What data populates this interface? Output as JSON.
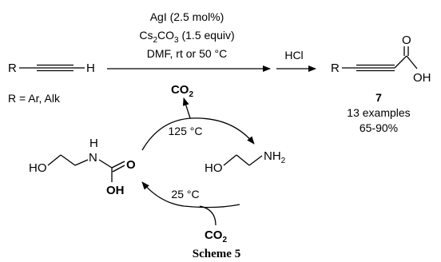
{
  "reagents": {
    "catalyst": "AgI (2.5 mol%)",
    "base_a": "Cs",
    "base_sub": "2",
    "base_b": "CO",
    "base_sub2": "3",
    "base_c": " (1.5 equiv)",
    "conditions": "DMF, rt or 50 °C"
  },
  "alkyne": {
    "r": "R",
    "h": "H",
    "scope": "R = Ar, Alk"
  },
  "acid_step": {
    "label": "HCl"
  },
  "product": {
    "r": "R",
    "o_top": "O",
    "oh": "OH",
    "number": "7",
    "examples": "13 examples",
    "yield": "65-90%"
  },
  "co2_top": {
    "a": "CO",
    "sub": "2"
  },
  "co2_bottom": {
    "a": "CO",
    "sub": "2"
  },
  "cycle": {
    "temp_top": "125 °C",
    "temp_bottom": "25 °C"
  },
  "carbamate": {
    "ho": "HO",
    "n": "N",
    "h": "H",
    "o": "O",
    "oh": "OH"
  },
  "ethanolamine": {
    "ho": "HO",
    "nh": "NH",
    "nh_sub": "2"
  },
  "caption": "Scheme 5"
}
